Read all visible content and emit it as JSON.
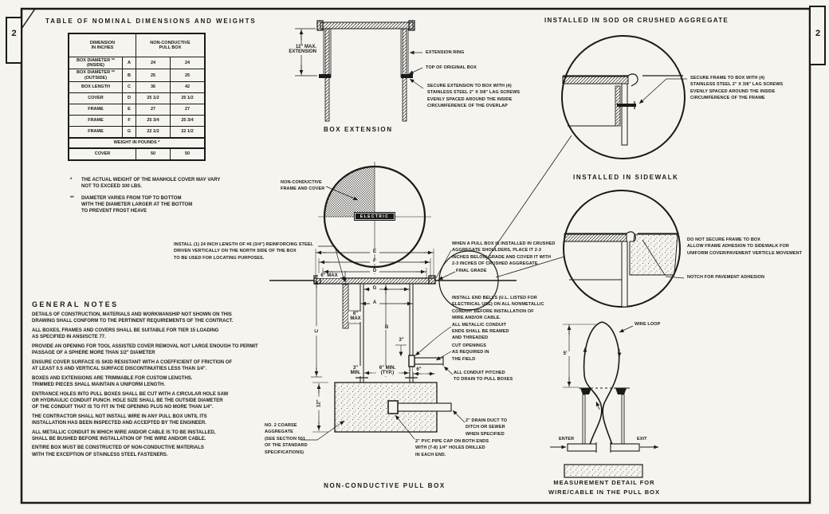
{
  "page": {
    "left_tab": "2",
    "right_tab": "2"
  },
  "dim_table": {
    "title": "TABLE OF NOMINAL DIMENSIONS AND WEIGHTS",
    "header_left": "DIMENSION\nIN INCHES",
    "header_right": "NON-CONDUCTIVE\nPULL BOX",
    "rows": [
      {
        "label": "BOX DIAMETER **\n(INSIDE)",
        "letter": "A",
        "v1": "24",
        "v2": "24"
      },
      {
        "label": "BOX DIAMETER **\n(OUTSIDE)",
        "letter": "B",
        "v1": "25",
        "v2": "25"
      },
      {
        "label": "BOX LENGTH",
        "letter": "C",
        "v1": "36",
        "v2": "42"
      },
      {
        "label": "COVER",
        "letter": "D",
        "v1": "25 1/2",
        "v2": "25 1/2"
      },
      {
        "label": "FRAME",
        "letter": "E",
        "v1": "27",
        "v2": "27"
      },
      {
        "label": "FRAME",
        "letter": "F",
        "v1": "25 3/4",
        "v2": "25 3/4"
      },
      {
        "label": "FRAME",
        "letter": "G",
        "v1": "22 1/2",
        "v2": "22 1/2"
      }
    ],
    "weight_header": "WEIGHT IN POUNDS *",
    "weight_row": {
      "label": "COVER",
      "v1": "50",
      "v2": "50"
    }
  },
  "footnotes": [
    {
      "marker": "*",
      "text": "THE ACTUAL WEIGHT OF THE MANHOLE COVER MAY VARY\nNOT TO EXCEED 100 LBS."
    },
    {
      "marker": "**",
      "text": "DIAMETER VARIES FROM TOP TO BOTTOM\nWITH THE DIAMETER LARGER AT THE BOTTOM\nTO PREVENT FROST HEAVE"
    }
  ],
  "general_notes": {
    "title": "GENERAL NOTES",
    "notes": [
      "DETAILS OF CONSTRUCTION, MATERIALS AND WORKMANSHIP NOT SHOWN ON THIS\nDRAWING SHALL CONFORM TO THE PERTINENT REQUIREMENTS OF THE CONTRACT.",
      "ALL BOXES, FRAMES AND COVERS SHALL BE SUITABLE FOR TIER 15 LOADING\nAS SPECIFIED IN ANSI/SCTE 77.",
      "PROVIDE AN OPENING FOR TOOL ASSISTED COVER REMOVAL NOT LARGE ENOUGH TO PERMIT\nPASSAGE OF A SPHERE MORE THAN 1/2\" DIAMETER",
      "ENSURE COVER SURFACE IS SKID RESISTANT WITH A COEFFICIENT OF FRICTION OF\nAT LEAST 0.5 AND VERTICAL SURFACE DISCONTINUITIES LESS THAN 1/4\".",
      "BOXES AND EXTENSIONS ARE TRIMMABLE FOR CUSTOM LENGTHS.\nTRIMMED PIECES SHALL MAINTAIN A UNIFORM LENGTH.",
      "ENTRANCE HOLES INTO PULL BOXES SHALL BE CUT WITH A CIRCULAR HOLE SAW\nOR HYDRAULIC CONDUIT PUNCH. HOLE SIZE SHALL BE THE OUTSIDE DIAMETER\nOF THE CONDUIT THAT IS TO FIT IN THE OPENING PLUS NO MORE THAN 1/4\".",
      "THE CONTRACTOR SHALL NOT INSTALL WIRE IN ANY PULL BOX UNTIL ITS\nINSTALLATION HAS BEEN INSPECTED AND ACCEPTED BY THE ENGINEER.",
      "ALL METALLIC CONDUIT IN WHICH WIRE AND/OR CABLE IS TO BE INSTALLED,\nSHALL BE BUSHED BEFORE INSTALLATION OF THE WIRE AND/OR CABLE.",
      "ENTIRE BOX MUST BE CONSTRUCTED OF NON-CONDUCTIVE MATERIALS\nWITH THE EXCEPTION OF STAINLESS STEEL FASTENERS."
    ]
  },
  "box_extension": {
    "title": "BOX EXTENSION",
    "dim_label": "12\" MAX.\nEXTENSION",
    "extension_ring": "EXTENSION RING",
    "top_of_original_box": "TOP OF ORIGINAL BOX",
    "secure_note": "SECURE EXTENSION TO BOX WITH (4)\nSTAINLESS STEEL 2\" X 3/8\" LAG SCREWS\nEVENLY SPACED AROUND THE INSIDE\nCIRCUMFERENCE OF THE OVERLAP"
  },
  "sod_detail": {
    "title": "INSTALLED IN SOD OR CRUSHED AGGREGATE",
    "note": "SECURE FRAME TO BOX WITH (4)\nSTAINLESS STEEL 2\" X 3/8\" LAG SCREWS\nEVENLY SPACED AROUND THE INSIDE\nCIRCUMFERENCE OF THE FRAME"
  },
  "sidewalk_detail": {
    "title": "INSTALLED IN SIDEWALK",
    "note": "DO NOT SECURE FRAME TO BOX\nALLOW FRAME ADHESION TO SIDEWALK FOR\nUNIFORM COVER/PAVEMENT VERTICLE MOVEMENT",
    "notch": "NOTCH FOR PAVEMENT ADHESION"
  },
  "pull_box": {
    "title": "NON-CONDUCTIVE PULL BOX",
    "cover_label": "ELECTRIC",
    "frame_cover_label": "NON-CONDUCTIVE\nFRAME AND COVER",
    "rebar_note": "INSTALL (1) 24 INCH LENGTH OF #6 (3/4\") REINFORCING STEEL\nDRIVEN VERTICALLY ON THE NORTH SIDE OF THE BOX\nTO BE USED FOR LOCATING PURPOSES.",
    "aggregate_shoulder_note": "WHEN A PULL BOX IS INSTALLED IN CRUSHED\nAGGREGATE SHOULDERS, PLACE IT 2-3\nINCHES BELOW GRADE AND COVER IT WITH\n2-3 INCHES OF CRUSHED AGGREGATE",
    "final_grade": "FINAL GRADE",
    "end_bells_note": "INSTALL END BELLS (U.L. LISTED FOR\nELECTRICAL USE) ON ALL NONMETALLIC\nCONDUIT BEFORE INSTALLATION OF\nWIRE AND/OR CABLE.\nALL METALLIC CONDUIT\nENDS SHALL BE REAMED\nAND THREADED",
    "cut_openings": "CUT OPENINGS\nAS REQUIRED IN\nTHE FIELD",
    "conduit_pitch": "ALL CONDUIT PITCHED\nTO DRAIN TO PULL BOXES",
    "aggregate_note": "NO. 2 COARSE\nAGGREGATE\n(SEE SECTION 501\nOF THE STANDARD\nSPECIFICATIONS)",
    "pipe_cap_note": "2\" PVC PIPE CAP ON BOTH ENDS\nWITH (7-8) 1/4\" HOLES DRILLED\nIN EACH END.",
    "drain_note": "2\" DRAIN DUCT TO\nDITCH OR SEWER\nWHEN SPECIFIED",
    "dims": {
      "e": "E",
      "f": "F",
      "d": "D",
      "g": "G",
      "a": "A",
      "b": "B",
      "c": "C",
      "six_max_top": "6\" MAX",
      "six_max_side": "6\"\nMAX",
      "three": "3\"",
      "three_min": "3\"\nMIN.",
      "six_min_typ": "6\" MIN.\n(TYP.)",
      "six": "6\"",
      "twelve": "12\""
    }
  },
  "measurement_detail": {
    "title": "MEASUREMENT DETAIL FOR\nWIRE/CABLE IN THE PULL BOX",
    "wire_loop": "WIRE LOOP",
    "dim": "5'",
    "enter": "ENTER",
    "exit": "EXIT"
  }
}
